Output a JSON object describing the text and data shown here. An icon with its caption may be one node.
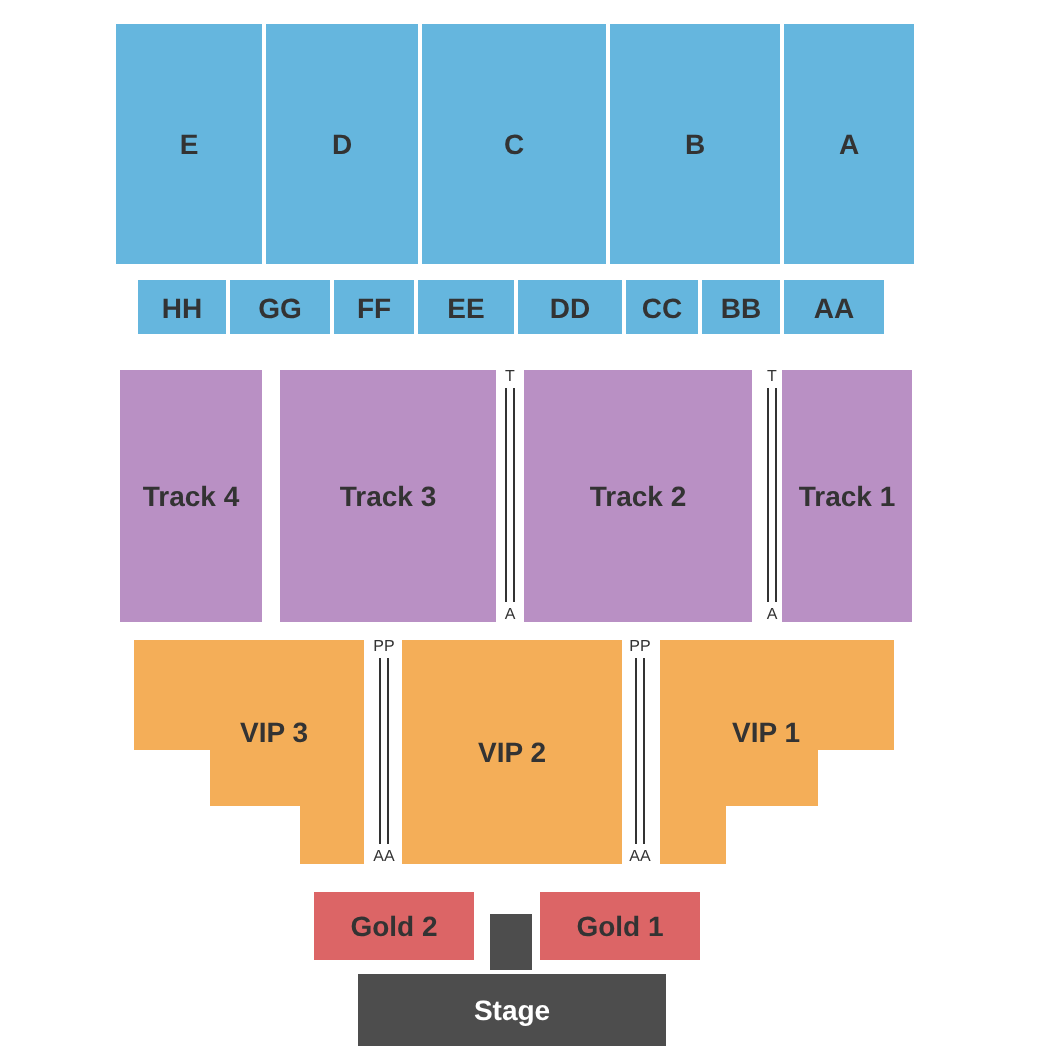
{
  "diagram": {
    "nodes": [
      {
        "text": [
          "E"
        ]
      },
      {
        "text": [
          "D"
        ]
      },
      {
        "text": [
          "C"
        ]
      },
      {
        "text": [
          "B"
        ]
      },
      {
        "text": [
          "A"
        ]
      },
      {
        "text": [
          "HH"
        ]
      },
      {
        "text": [
          "GG"
        ]
      },
      {
        "text": [
          "FF"
        ]
      },
      {
        "text": [
          "EE"
        ]
      },
      {
        "text": [
          "DD"
        ]
      },
      {
        "text": [
          "CC"
        ]
      },
      {
        "text": [
          "BB"
        ]
      },
      {
        "text": [
          "AA"
        ]
      },
      {
        "text": [
          "Track 4"
        ]
      },
      {
        "text": [
          "Track 3"
        ]
      },
      {
        "text": [
          "Track 2"
        ]
      },
      {
        "text": [
          "Track 1"
        ]
      },
      {
        "text": [
          "VIP 3"
        ]
      },
      {
        "text": [
          "VIP 2"
        ]
      },
      {
        "text": [
          "VIP 1"
        ]
      },
      {
        "text": [
          "Gold 2"
        ]
      },
      {
        "text": [
          "Gold 1"
        ]
      },
      {
        "text": [],
        "shape": "box"
      },
      {
        "text": [
          "Stage"
        ]
      }
    ],
    "edges": [],
    "labels": [
      "T",
      "T",
      "A",
      "A",
      "PP",
      "PP",
      "AA",
      "AA"
    ]
  }
}
